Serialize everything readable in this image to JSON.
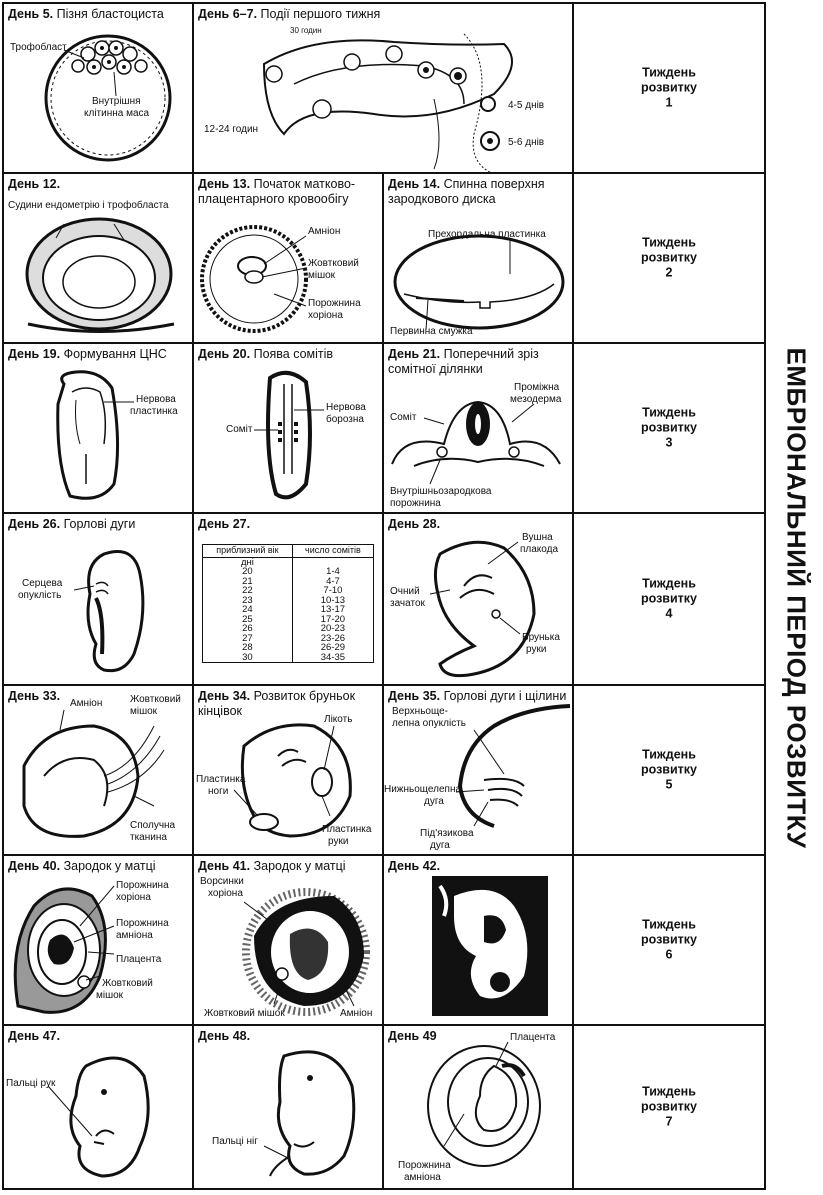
{
  "side_title": "ЕМБРІОНАЛЬНИЙ ПЕРІОД РОЗВИТКУ",
  "rows": [
    {
      "week": {
        "line1": "Тиждень",
        "line2": "розвитку",
        "num": "1"
      },
      "cells": [
        {
          "day": "День 5.",
          "text": "Пізня бластоциста",
          "labels": [
            "Трофобласт",
            "Внутрішня",
            "клітинна маса"
          ]
        },
        {
          "day": "День 6–7.",
          "text": "Події першого тижня",
          "labels": [
            "4-5 днів",
            "5-6 днів",
            "12-24 годин",
            "30 годин"
          ]
        }
      ]
    },
    {
      "week": {
        "line1": "Тиждень",
        "line2": "розвитку",
        "num": "2"
      },
      "cells": [
        {
          "day": "День 12.",
          "text": "",
          "labels": [
            "Судини ендометрію і трофобласта"
          ]
        },
        {
          "day": "День 13.",
          "text": "Початок матково-плацентарного кровообігу",
          "labels": [
            "Амніон",
            "Жовтковий",
            "мішок",
            "Порожнина",
            "хоріона"
          ]
        },
        {
          "day": "День 14.",
          "text": "Спинна поверхня зародкового диска",
          "labels": [
            "Прехордальна пластинка",
            "Первинна смужка"
          ]
        }
      ]
    },
    {
      "week": {
        "line1": "Тиждень",
        "line2": "розвитку",
        "num": "3"
      },
      "cells": [
        {
          "day": "День 19.",
          "text": "Формування ЦНС",
          "labels": [
            "Нервова",
            "пластинка"
          ]
        },
        {
          "day": "День 20.",
          "text": "Поява сомітів",
          "labels": [
            "Соміт",
            "Нервова",
            "борозна"
          ]
        },
        {
          "day": "День 21.",
          "text": "Поперечний зріз сомітної ділянки",
          "labels": [
            "Проміжна",
            "мезодерма",
            "Соміт",
            "Внутрішньозародкова",
            "порожнина"
          ]
        }
      ]
    },
    {
      "week": {
        "line1": "Тиждень",
        "line2": "розвитку",
        "num": "4"
      },
      "cells": [
        {
          "day": "День 26.",
          "text": "Горлові дуги",
          "labels": [
            "Серцева",
            "опуклість"
          ]
        },
        {
          "day": "День 27.",
          "text": "",
          "table": {
            "headers": [
              "приблизний вік",
              "число сомітів"
            ],
            "unit": "дні",
            "rows": [
              [
                "20",
                "1-4"
              ],
              [
                "21",
                "4-7"
              ],
              [
                "22",
                "7-10"
              ],
              [
                "23",
                "10-13"
              ],
              [
                "24",
                "13-17"
              ],
              [
                "25",
                "17-20"
              ],
              [
                "26",
                "20-23"
              ],
              [
                "27",
                "23-26"
              ],
              [
                "28",
                "26-29"
              ],
              [
                "30",
                "34-35"
              ]
            ]
          }
        },
        {
          "day": "День 28.",
          "text": "",
          "labels": [
            "Вушна",
            "плакода",
            "Очний",
            "зачаток",
            "Брунька",
            "руки"
          ]
        }
      ]
    },
    {
      "week": {
        "line1": "Тиждень",
        "line2": "розвитку",
        "num": "5"
      },
      "cells": [
        {
          "day": "День 33.",
          "text": "",
          "labels": [
            "Амніон",
            "Жовтковий",
            "мішок",
            "Сполучна",
            "тканина"
          ]
        },
        {
          "day": "День 34.",
          "text": "Розвиток бруньок кінцівок",
          "labels": [
            "Лікоть",
            "Пластинка",
            "ноги",
            "Пластинка",
            "руки"
          ]
        },
        {
          "day": "День 35.",
          "text": "Горлові дуги і щілини",
          "labels": [
            "Верхньоще-",
            "лепна опуклість",
            "Нижньощелепна",
            "дуга",
            "Під'язикова",
            "дуга"
          ]
        }
      ]
    },
    {
      "week": {
        "line1": "Тиждень",
        "line2": "розвитку",
        "num": "6"
      },
      "cells": [
        {
          "day": "День 40.",
          "text": "Зародок у матці",
          "labels": [
            "Порожнина",
            "хоріона",
            "Порожнина",
            "амніона",
            "Плацента",
            "Жовтковий",
            "мішок"
          ]
        },
        {
          "day": "День 41.",
          "text": "Зародок у матці",
          "labels": [
            "Ворсинки",
            "хоріона",
            "Жовтковий мішок",
            "Амніон"
          ]
        },
        {
          "day": "День 42.",
          "text": "",
          "labels": []
        }
      ]
    },
    {
      "week": {
        "line1": "Тиждень",
        "line2": "розвитку",
        "num": "7"
      },
      "cells": [
        {
          "day": "День 47.",
          "text": "",
          "labels": [
            "Пальці рук"
          ]
        },
        {
          "day": "День 48.",
          "text": "",
          "labels": [
            "Пальці ніг"
          ]
        },
        {
          "day": "День 49",
          "text": "",
          "labels": [
            "Плацента",
            "Порожнина",
            "амніона"
          ]
        }
      ]
    }
  ]
}
